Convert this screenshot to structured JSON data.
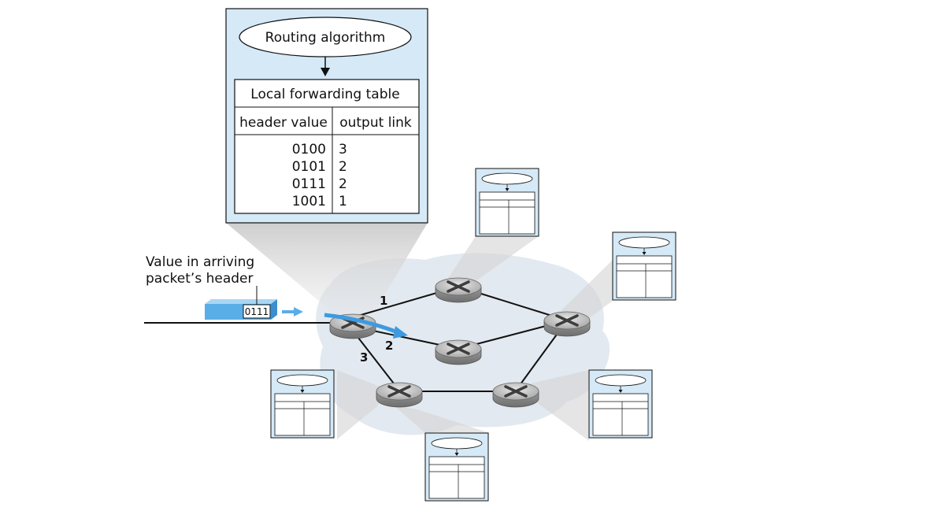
{
  "routing_algorithm": "Routing algorithm",
  "forwarding_table": {
    "title": "Local forwarding table",
    "columns": [
      "header value",
      "output link"
    ],
    "rows": [
      {
        "header": "0100",
        "link": "3"
      },
      {
        "header": "0101",
        "link": "2"
      },
      {
        "header": "0111",
        "link": "2"
      },
      {
        "header": "1001",
        "link": "1"
      }
    ]
  },
  "arriving_packet": {
    "caption_line1": "Value in arriving",
    "caption_line2": "packet’s header",
    "header_value": "0111"
  },
  "links": {
    "one": "1",
    "two": "2",
    "three": "3"
  },
  "colors": {
    "panel_fill": "#d5e9f7",
    "cloud_fill": "#e3e9f0",
    "packet_blue": "#5aaee8",
    "arrow_blue": "#3d9ae0"
  }
}
